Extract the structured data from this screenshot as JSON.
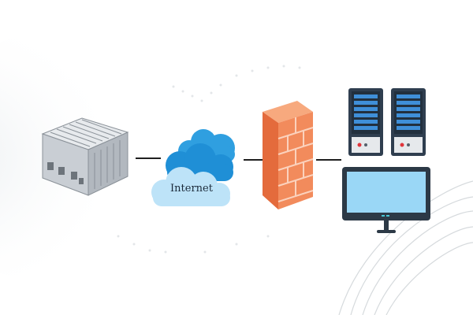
{
  "diagram": {
    "nodes": [
      {
        "id": "device",
        "kind": "outdoor-radio-unit",
        "label": ""
      },
      {
        "id": "internet",
        "kind": "cloud",
        "label": "Internet"
      },
      {
        "id": "firewall",
        "kind": "brick-firewall",
        "label": ""
      },
      {
        "id": "servers",
        "kind": "server-rack",
        "label": ""
      },
      {
        "id": "workstation",
        "kind": "monitor",
        "label": ""
      }
    ],
    "links": [
      {
        "from": "device",
        "to": "internet"
      },
      {
        "from": "internet",
        "to": "firewall"
      },
      {
        "from": "firewall",
        "to": "servers"
      }
    ],
    "colors": {
      "cloud_dark": "#1f8fd6",
      "cloud_light": "#a9d9f5",
      "brick": "#f28b5c",
      "brick_mortar": "#e46b3c",
      "server_body": "#2f3e4f",
      "server_slot": "#3f8fd8",
      "monitor_frame": "#2c3946",
      "monitor_screen": "#9ad7f6",
      "device_body": "#c9ced4"
    }
  }
}
